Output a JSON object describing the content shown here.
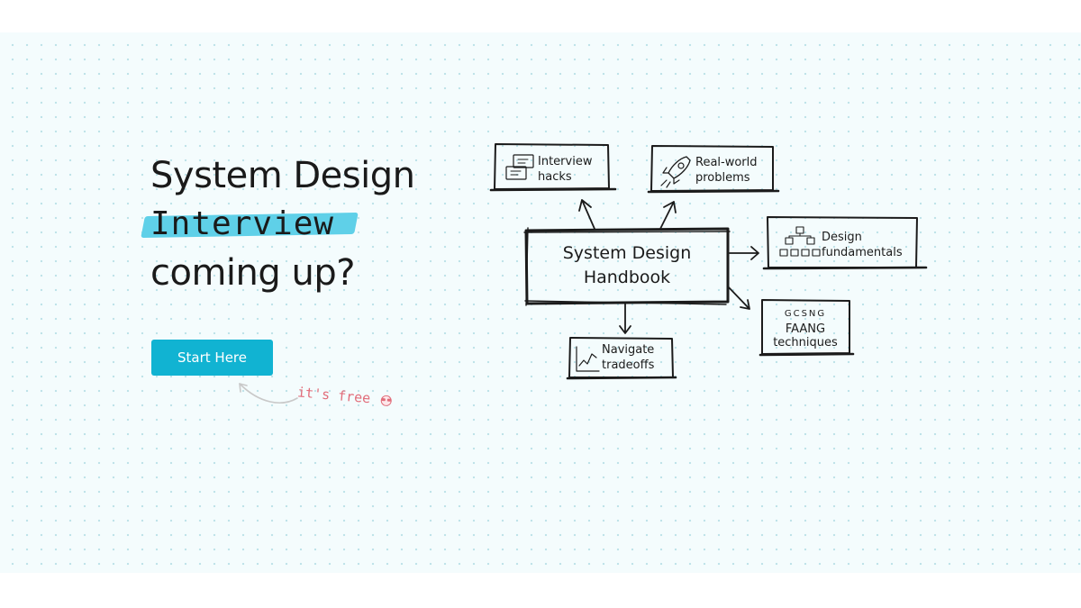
{
  "hero": {
    "heading_line1": "System Design",
    "heading_highlight": "Interview",
    "heading_line3": "coming up?",
    "cta_label": "Start Here",
    "free_note": "it's free"
  },
  "diagram": {
    "center": {
      "line1": "System Design",
      "line2": "Handbook"
    },
    "nodes": {
      "interview_hacks": {
        "line1": "Interview",
        "line2": "hacks",
        "icon": "id-card-icon"
      },
      "real_world": {
        "line1": "Real-world",
        "line2": "problems",
        "icon": "rocket-icon"
      },
      "design_fundamentals": {
        "line1": "Design",
        "line2": "fundamentals",
        "icon": "hierarchy-icon"
      },
      "faang": {
        "line1": "FAANG",
        "line2": "techniques",
        "icon_text": "GCSNG",
        "icon": "company-logos-icon"
      },
      "tradeoffs": {
        "line1": "Navigate",
        "line2": "tradeoffs",
        "icon": "line-chart-icon"
      }
    }
  },
  "colors": {
    "accent": "#11b3d2",
    "highlight": "#5fd0e8",
    "note": "#e16d7a",
    "text": "#1a1a1a"
  }
}
